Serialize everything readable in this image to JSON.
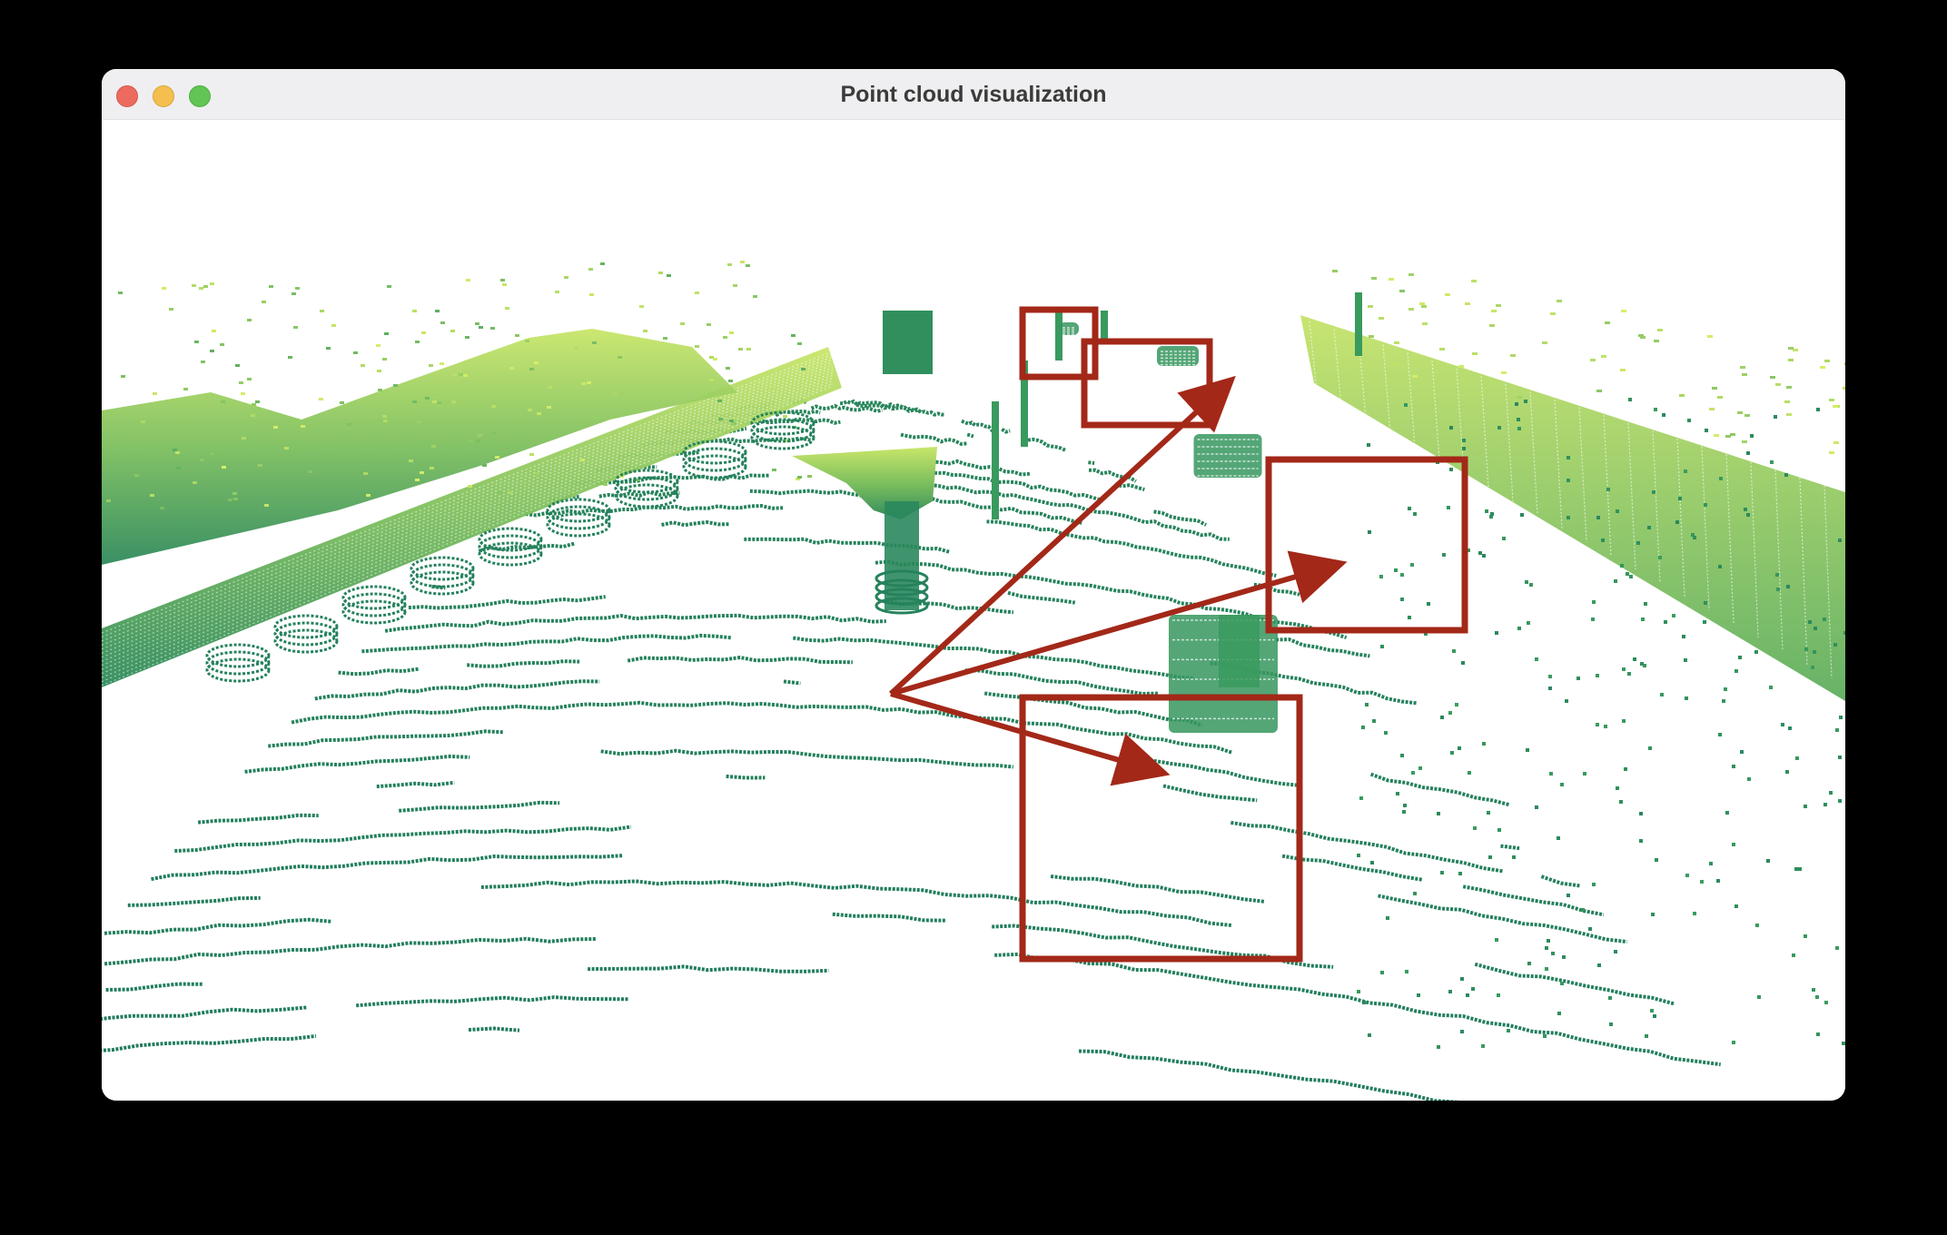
{
  "window": {
    "title": "Point cloud visualization",
    "controls": [
      "close",
      "minimize",
      "zoom"
    ]
  },
  "viewport": {
    "background": "#ffffff",
    "colormap": {
      "low": "#1f7a5c",
      "mid": "#3c9e5f",
      "high": "#d8ef6a"
    },
    "annotation_color": "#a32818",
    "highlight_boxes": 4,
    "arrows": 3
  }
}
